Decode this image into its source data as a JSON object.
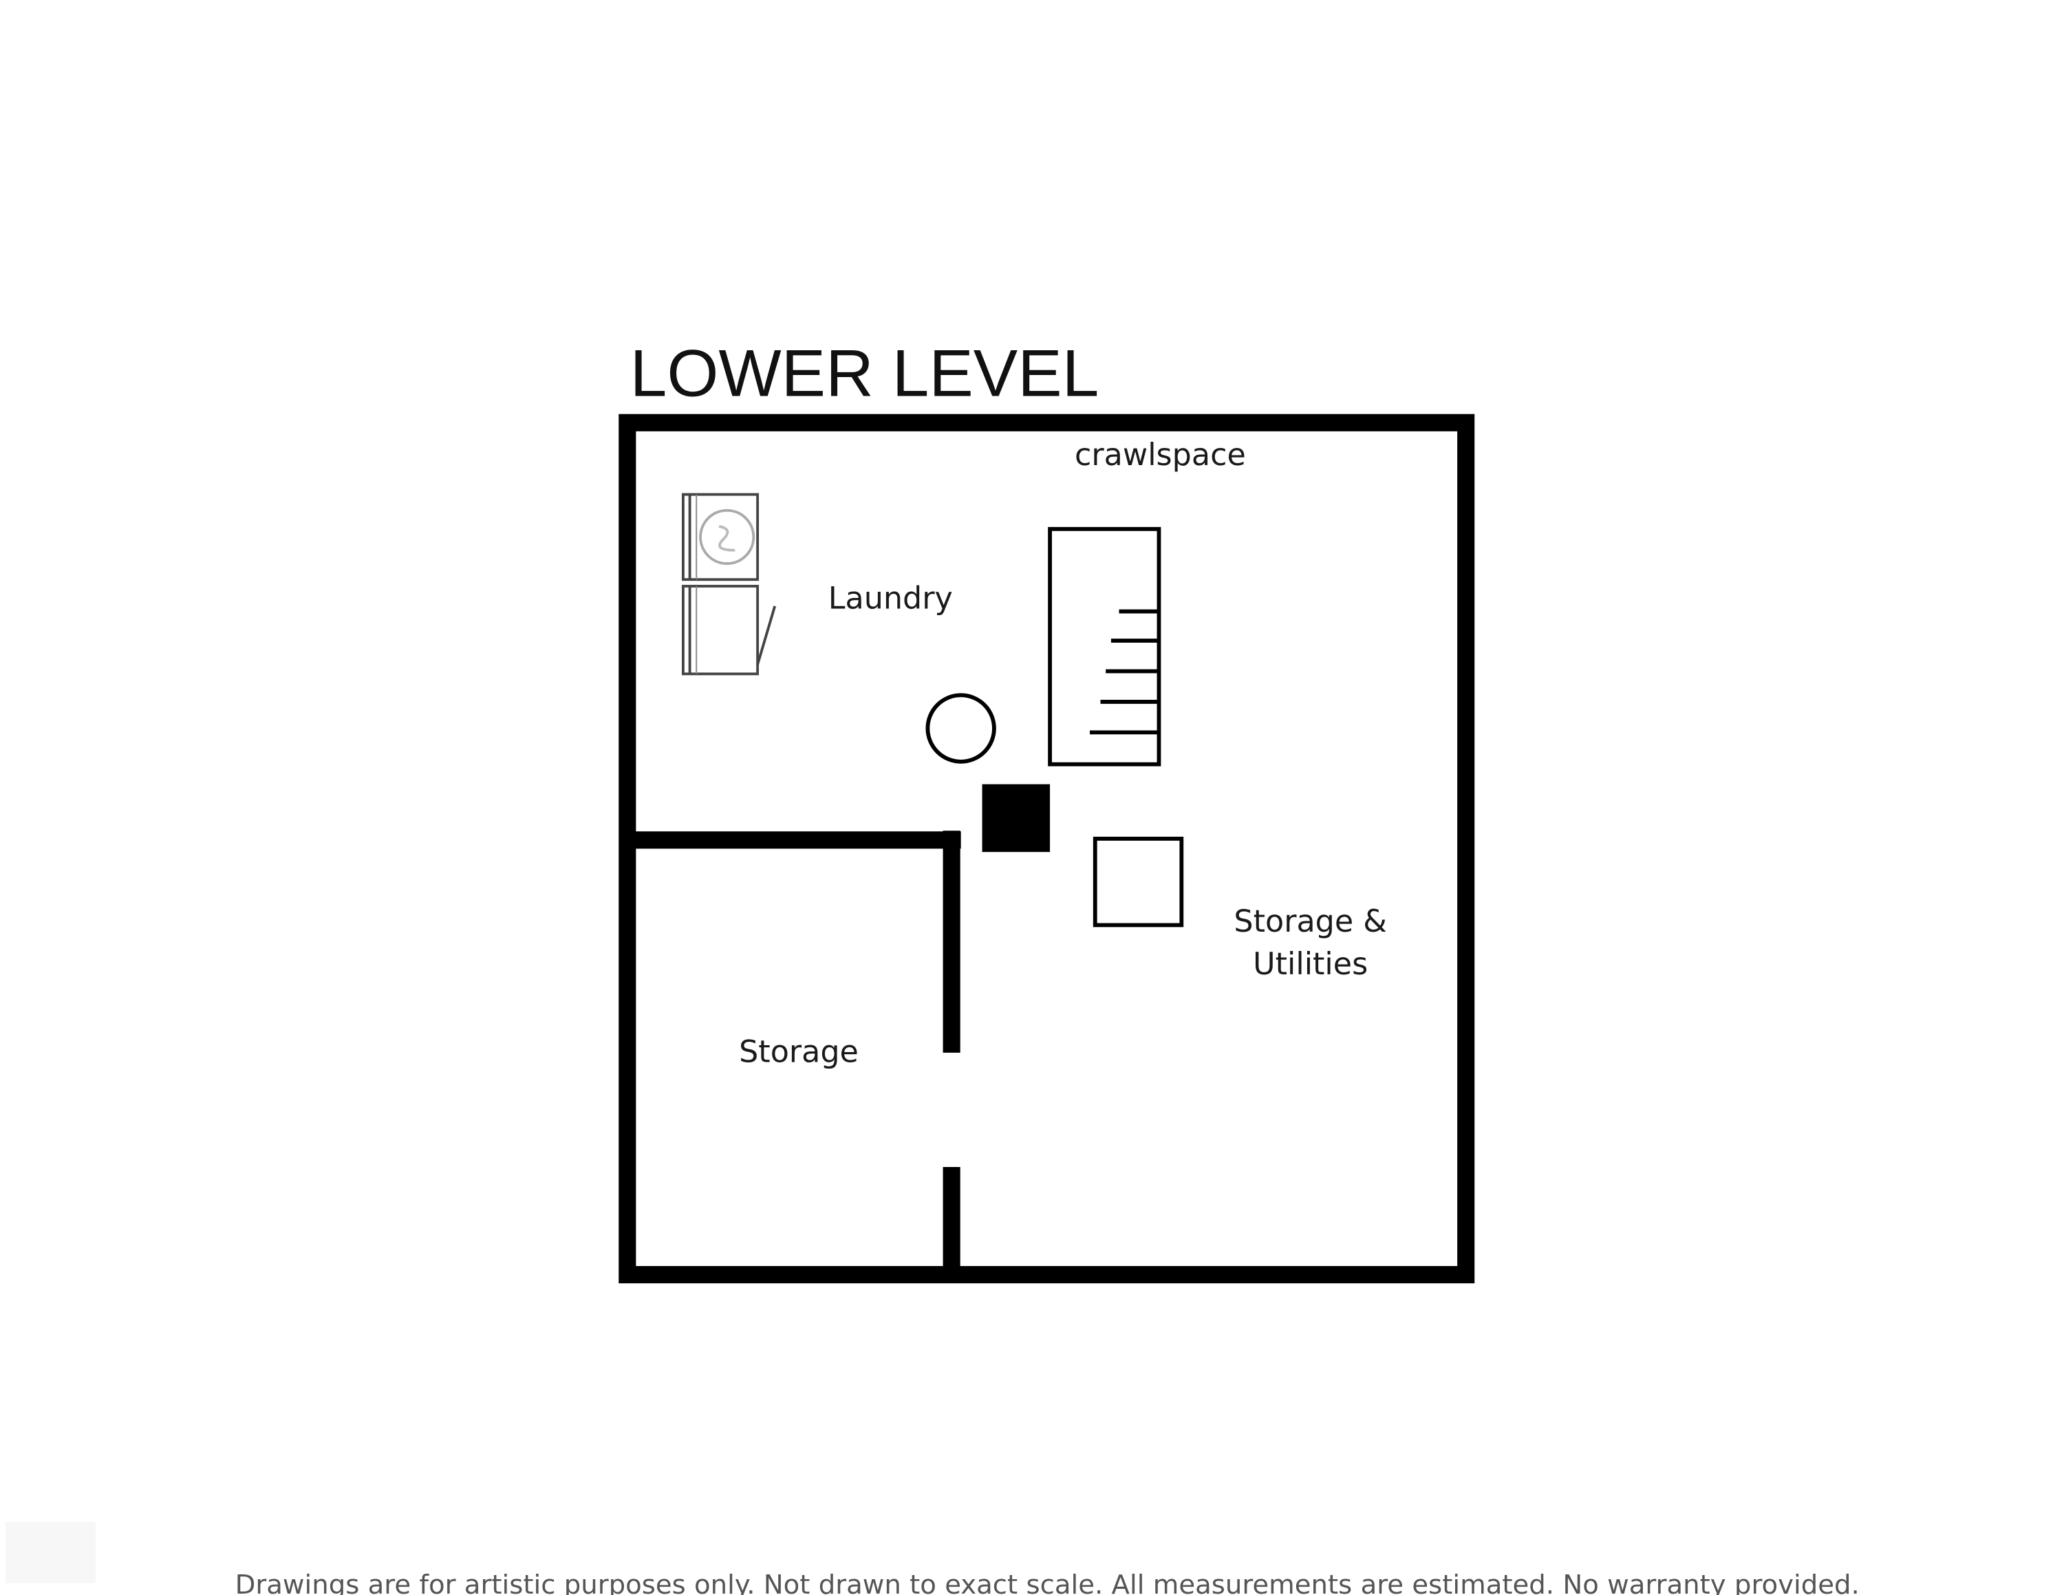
{
  "title": "LOWER LEVEL",
  "rooms": {
    "crawlspace": "crawlspace",
    "laundry": "Laundry",
    "storage": "Storage",
    "storage_utilities_line1": "Storage &",
    "storage_utilities_line2": "Utilities"
  },
  "disclaimer": "Drawings are for artistic purposes only. Not drawn to exact scale. All measurements are estimated. No warranty provided."
}
